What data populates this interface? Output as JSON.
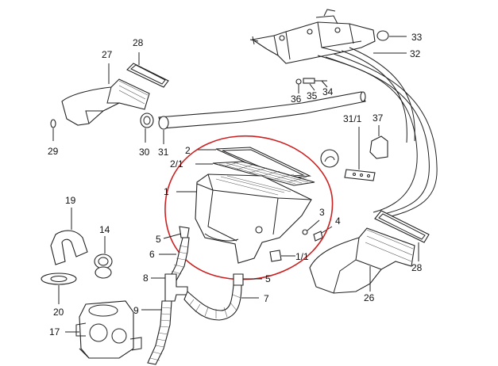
{
  "diagram": {
    "highlight_color": "#cc1f1f",
    "labels": {
      "p33": "33",
      "p32": "32",
      "p34": "34",
      "p35": "35",
      "p36": "36",
      "p28a": "28",
      "p27": "27",
      "p29": "29",
      "p30": "30",
      "p31": "31",
      "p31_1": "31/1",
      "p37": "37",
      "p2": "2",
      "p2_1": "2/1",
      "p1": "1",
      "p3": "3",
      "p4": "4",
      "p5a": "5",
      "p6": "6",
      "p1_1": "1/1",
      "p5b": "5",
      "p8": "8",
      "p7": "7",
      "p19": "19",
      "p14": "14",
      "p20": "20",
      "p9": "9",
      "p17": "17",
      "p28b": "28",
      "p26": "26"
    }
  }
}
